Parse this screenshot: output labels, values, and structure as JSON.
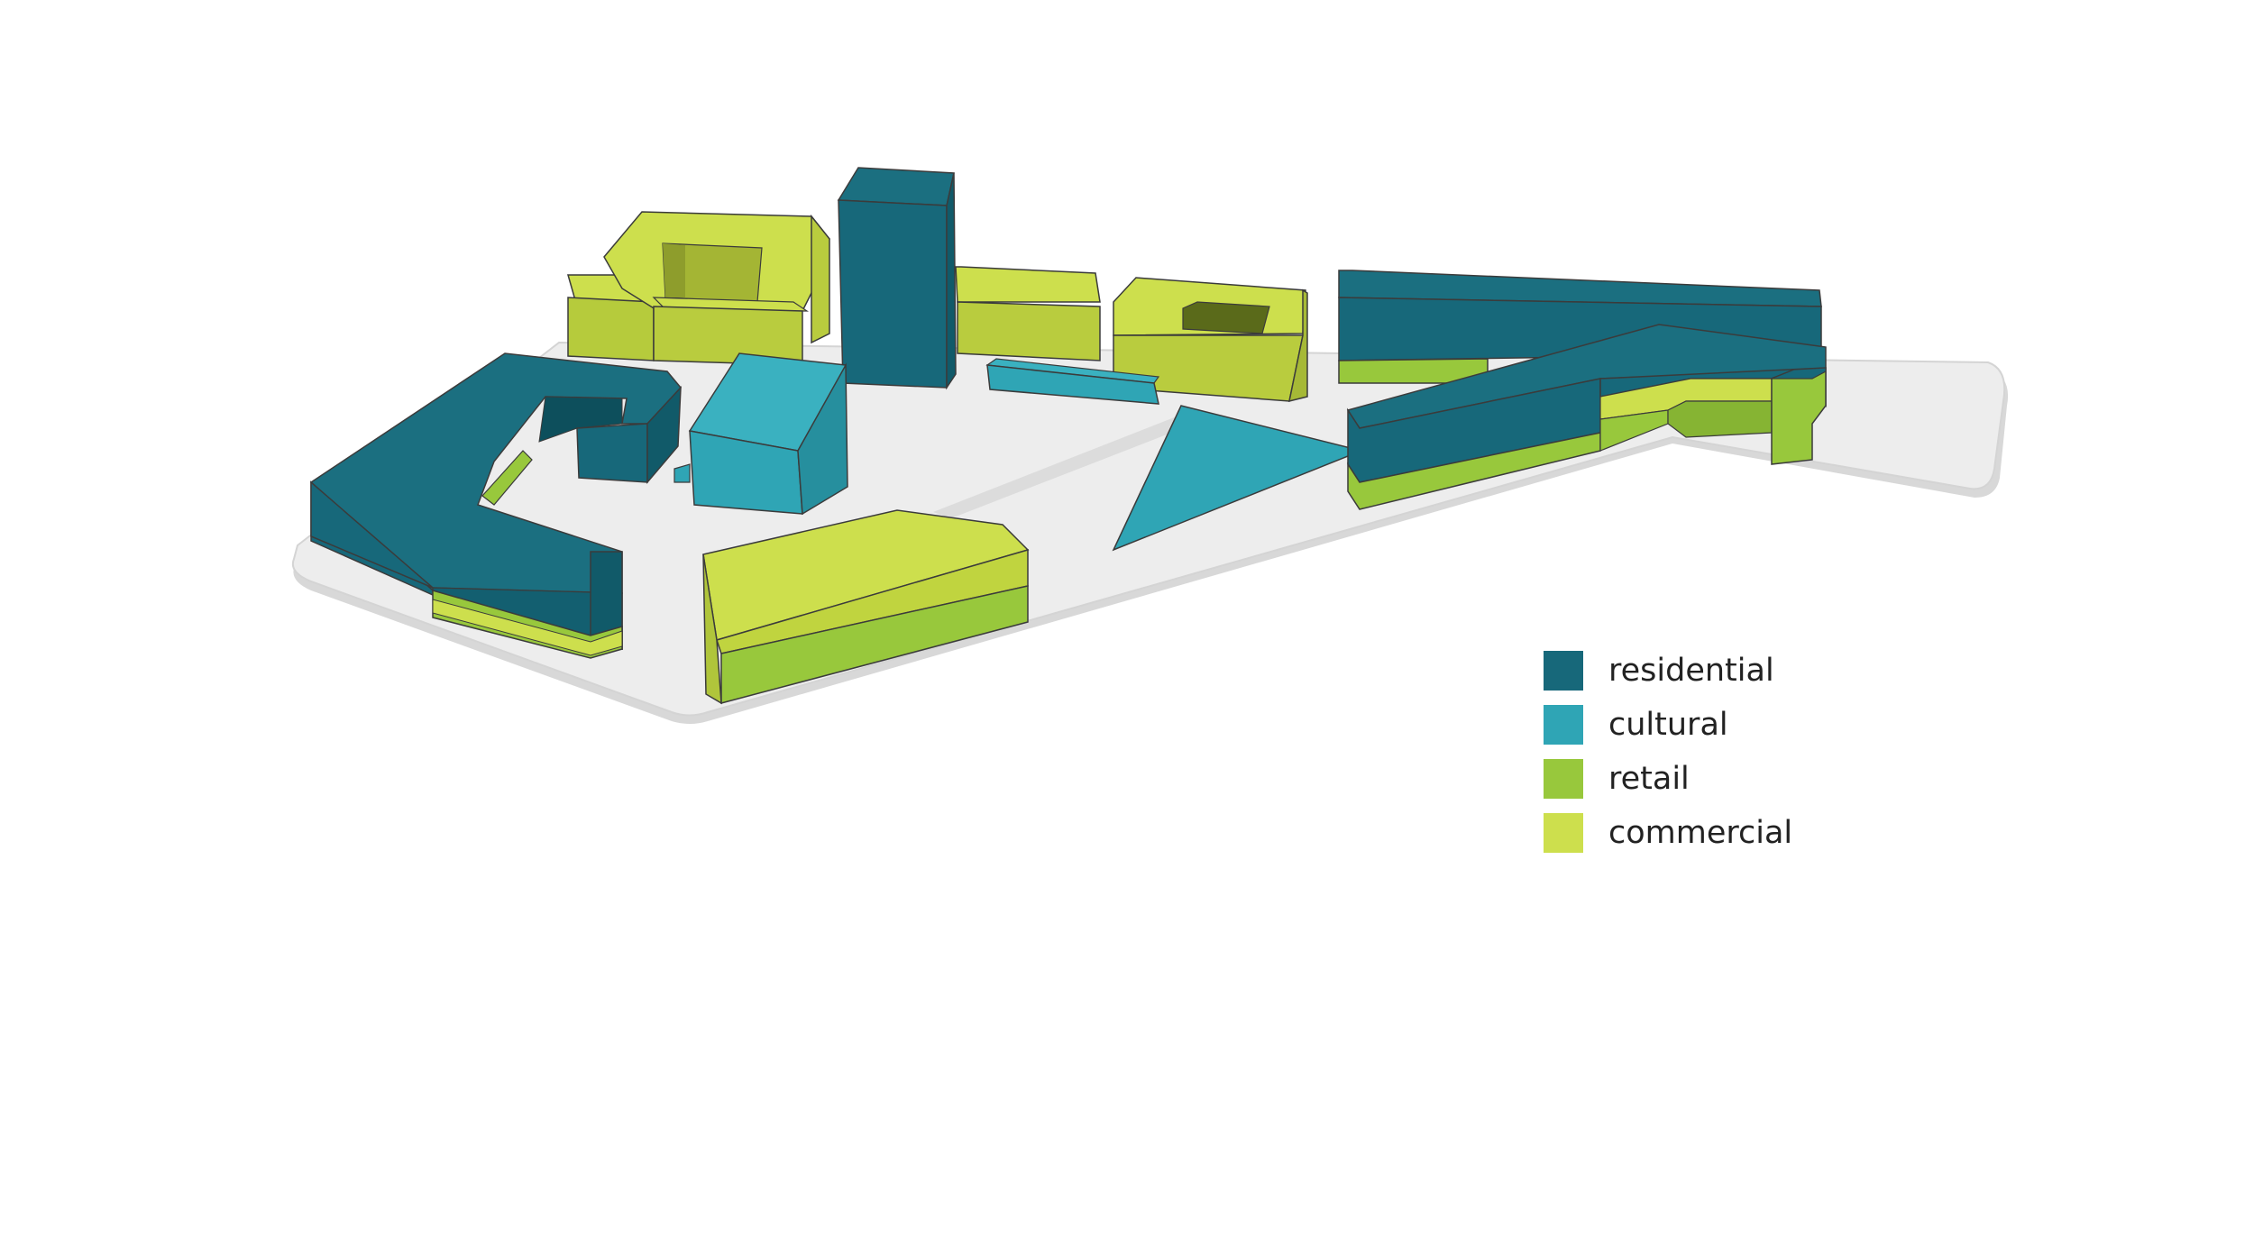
{
  "colors": {
    "residential": "#17687a",
    "residential_dark": "#0f5867",
    "residential_side": "#135f70",
    "cultural": "#2fa5b5",
    "cultural_dark": "#268f9e",
    "retail": "#98c83c",
    "retail_dark": "#86b433",
    "commercial": "#cddf4d",
    "commercial_dark": "#b9cc3e",
    "ground": "#ececec",
    "ground_edge": "#d0d0d0",
    "outline": "#3b3b3b"
  },
  "legend": {
    "items": [
      {
        "key": "residential",
        "label": "residential",
        "color": "#17687a"
      },
      {
        "key": "cultural",
        "label": "cultural",
        "color": "#2fa5b5"
      },
      {
        "key": "retail",
        "label": "retail",
        "color": "#98c83c"
      },
      {
        "key": "commercial",
        "label": "commercial",
        "color": "#cddf4d"
      }
    ]
  }
}
